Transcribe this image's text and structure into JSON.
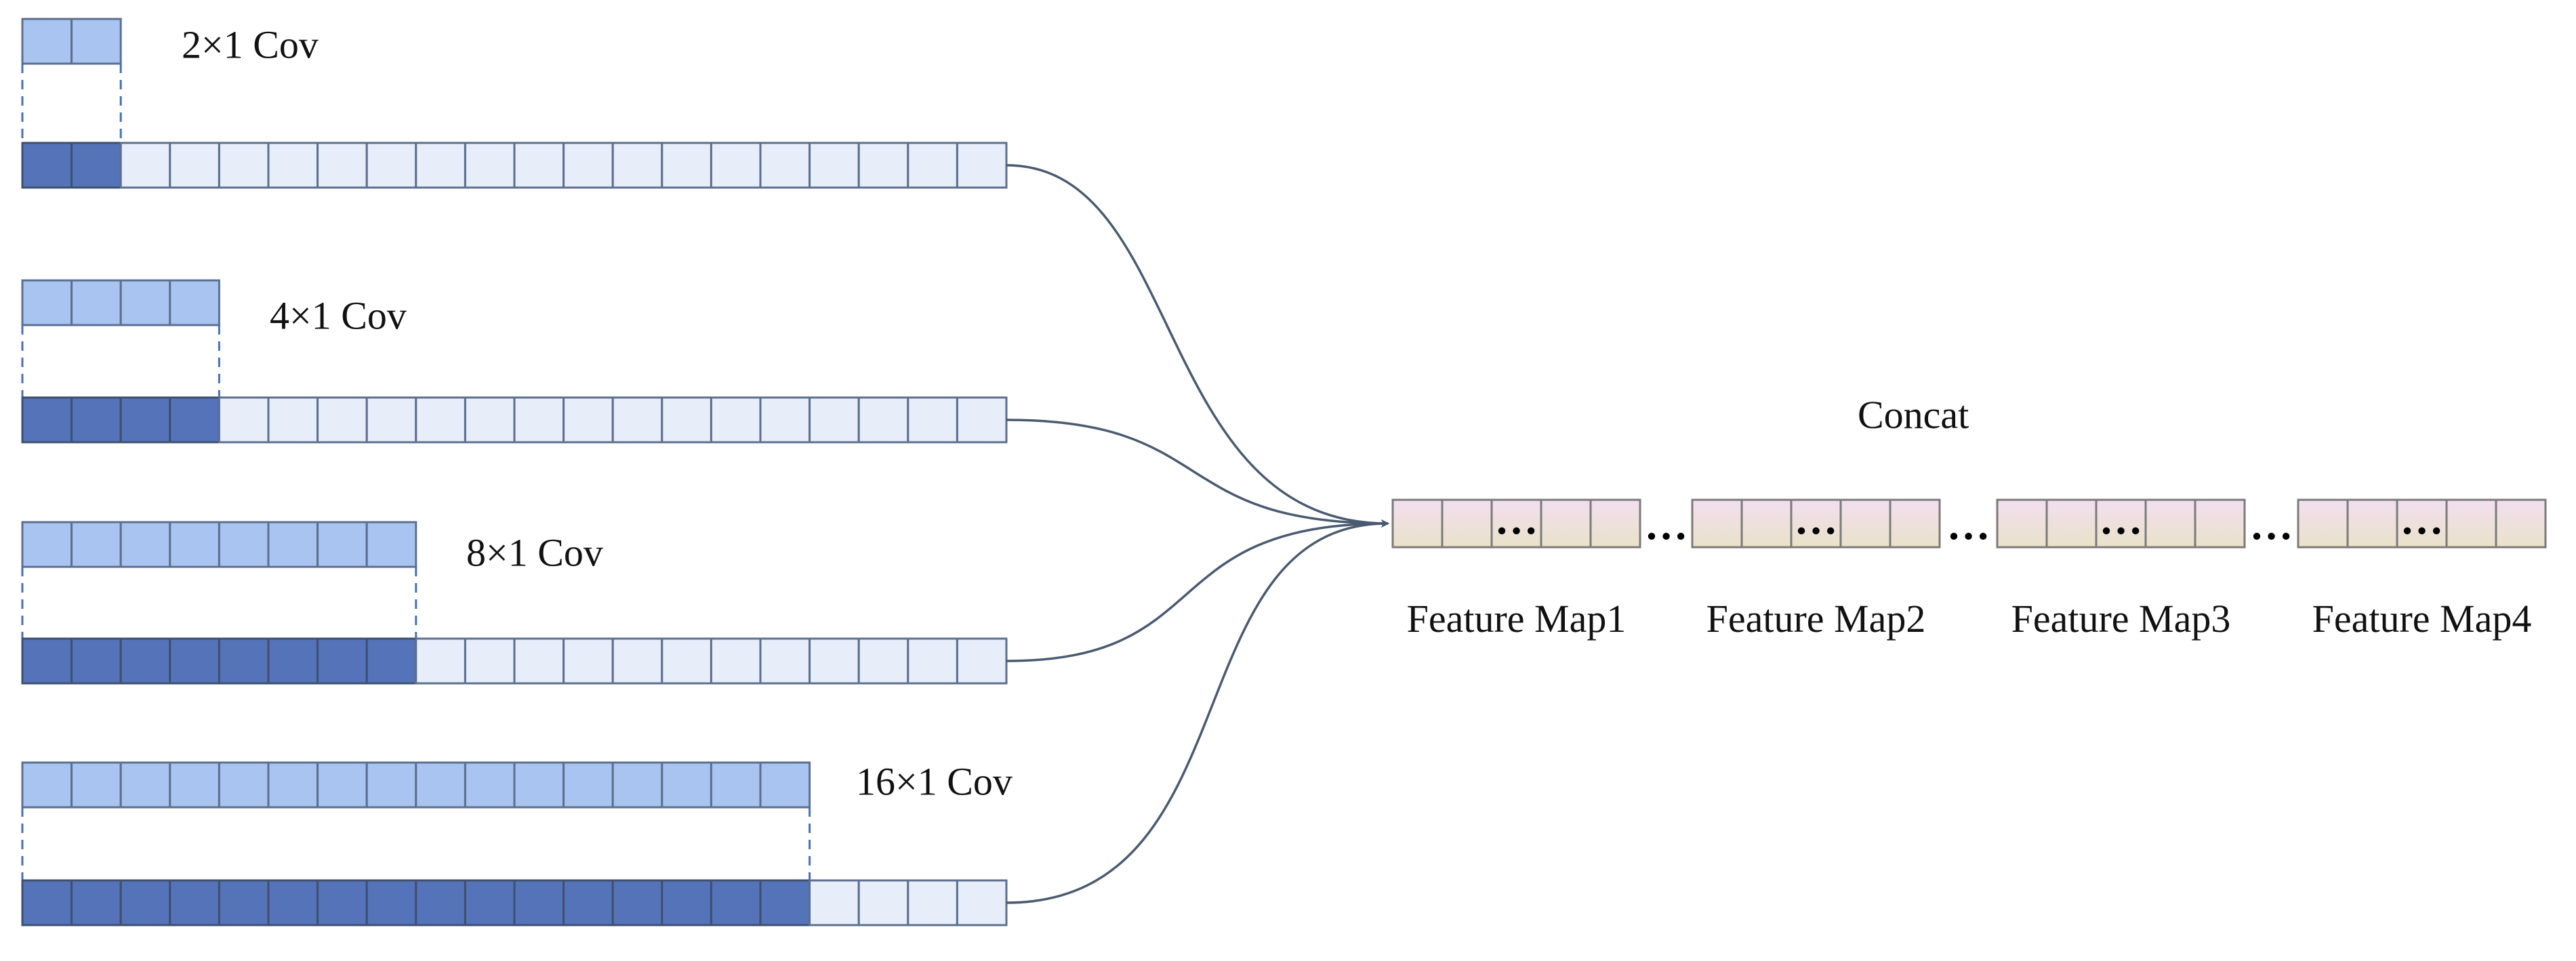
{
  "rows": [
    {
      "kernel_label": "2×1 Cov",
      "kernel_size": 2,
      "sequence_length": 20
    },
    {
      "kernel_label": "4×1 Cov",
      "kernel_size": 4,
      "sequence_length": 20
    },
    {
      "kernel_label": "8×1 Cov",
      "kernel_size": 8,
      "sequence_length": 20
    },
    {
      "kernel_label": "16×1 Cov",
      "kernel_size": 16,
      "sequence_length": 20
    }
  ],
  "concat_label": "Concat",
  "feature_maps": [
    {
      "label": "Feature Map1",
      "ellipsis": "…"
    },
    {
      "label": "Feature Map2",
      "ellipsis": "…"
    },
    {
      "label": "Feature Map3",
      "ellipsis": "…"
    },
    {
      "label": "Feature Map4",
      "ellipsis": "…"
    }
  ],
  "between_ellipsis": "…",
  "colors": {
    "sequence_cell": "#e8eef9",
    "covered_cell": "#5573b8",
    "kernel_cell": "#a9c4f0",
    "feature_map_top": "#f2dff0",
    "feature_map_bottom": "#e9e2c8",
    "connector": "#4a5a70"
  }
}
